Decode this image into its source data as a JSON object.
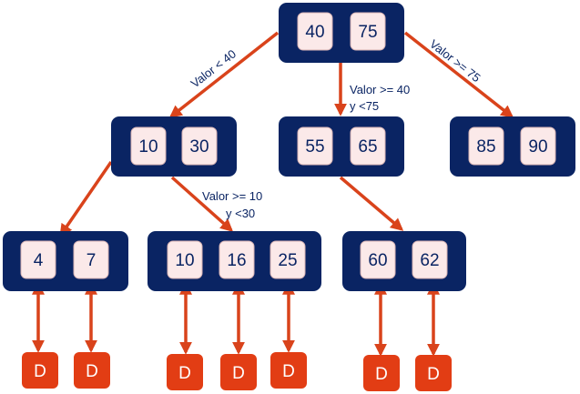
{
  "tree": {
    "root": {
      "keys": [
        "40",
        "75"
      ]
    },
    "level1": [
      {
        "keys": [
          "10",
          "30"
        ]
      },
      {
        "keys": [
          "55",
          "65"
        ]
      },
      {
        "keys": [
          "85",
          "90"
        ]
      }
    ],
    "level2": [
      {
        "keys": [
          "4",
          "7"
        ]
      },
      {
        "keys": [
          "10",
          "16",
          "25"
        ]
      },
      {
        "keys": [
          "60",
          "62"
        ]
      }
    ],
    "leaf_label": "D",
    "edge_labels": {
      "root_left": "Valor < 40",
      "root_middle_line1": "Valor >= 40",
      "root_middle_line2": "y <75",
      "root_right": "Valor >= 75",
      "mid_line1": "Valor >= 10",
      "mid_line2": "y <30"
    }
  },
  "colors": {
    "node": "#0a2463",
    "key_fill": "#fbe9e9",
    "edge": "#d9431b",
    "leaf": "#e23d14"
  }
}
